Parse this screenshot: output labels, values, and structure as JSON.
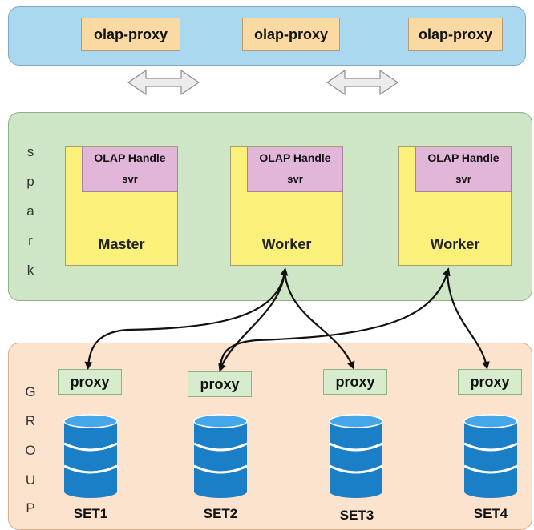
{
  "olap_proxies": [
    "olap-proxy",
    "olap-proxy",
    "olap-proxy"
  ],
  "spark_letters": [
    "s",
    "p",
    "a",
    "r",
    "k"
  ],
  "group_letters": [
    "G",
    "R",
    "O",
    "U",
    "P"
  ],
  "nodes": [
    {
      "handle": "OLAP Handle",
      "sub": "svr",
      "label": "Master"
    },
    {
      "handle": "OLAP Handle",
      "sub": "svr",
      "label": "Worker"
    },
    {
      "handle": "OLAP Handle",
      "sub": "svr",
      "label": "Worker"
    }
  ],
  "proxies": [
    "proxy",
    "proxy",
    "proxy",
    "proxy"
  ],
  "sets": [
    "SET1",
    "SET2",
    "SET3",
    "SET4"
  ],
  "colors": {
    "proxy_layer": "#aad8ee",
    "spark_layer": "#cfe6c6",
    "group_layer": "#fbe3cd",
    "olap_proxy": "#fbd9a3",
    "node": "#fbf07a",
    "handle": "#e2b6d9",
    "database": "#1b7fc7"
  }
}
